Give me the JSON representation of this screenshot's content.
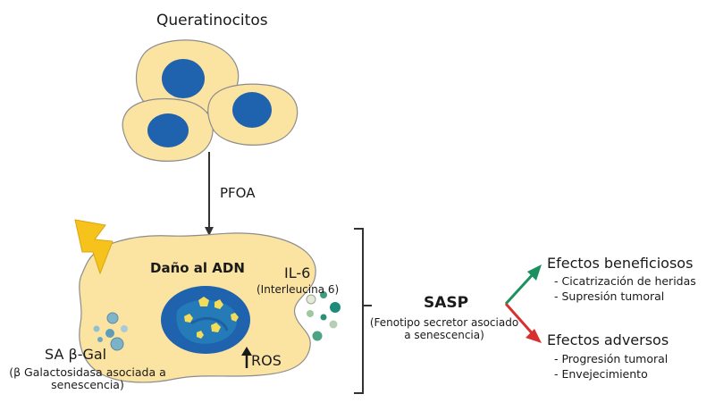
{
  "labels": {
    "cells_title": "Queratinocitos",
    "treatment": "PFOA",
    "dna_damage": "Daño al ADN",
    "il6": "IL-6",
    "il6_full": "(Interleucina 6)",
    "sa_gal": "SA β-Gal",
    "sa_gal_full": "(β Galactosidasa asociada a senescencia)",
    "ros": "ROS",
    "sasp": "SASP",
    "sasp_full": "(Fenotipo secretor asociado a senescencia)"
  },
  "outcomes": {
    "beneficial": {
      "title": "Efectos beneficiosos",
      "items": [
        "Cicatrización de heridas",
        "Supresión tumoral"
      ]
    },
    "adverse": {
      "title": "Efectos adversos",
      "items": [
        "Progresión tumoral",
        "Envejecimiento"
      ]
    }
  },
  "colors": {
    "cell_fill": "#fbe3a1",
    "cell_stroke": "#8c8c8c",
    "nucleus": "#1f62ad",
    "nucleus_inner": "#2a8fc1",
    "granule": "#f2dc5a",
    "bolt": "#f6c21c",
    "beneficial_arrow": "#1b9160",
    "adverse_arrow": "#d7312f",
    "arrow_dark": "#333333"
  },
  "icons": {
    "damage": "lightning-bolt-icon",
    "increase": "up-arrow-icon"
  }
}
